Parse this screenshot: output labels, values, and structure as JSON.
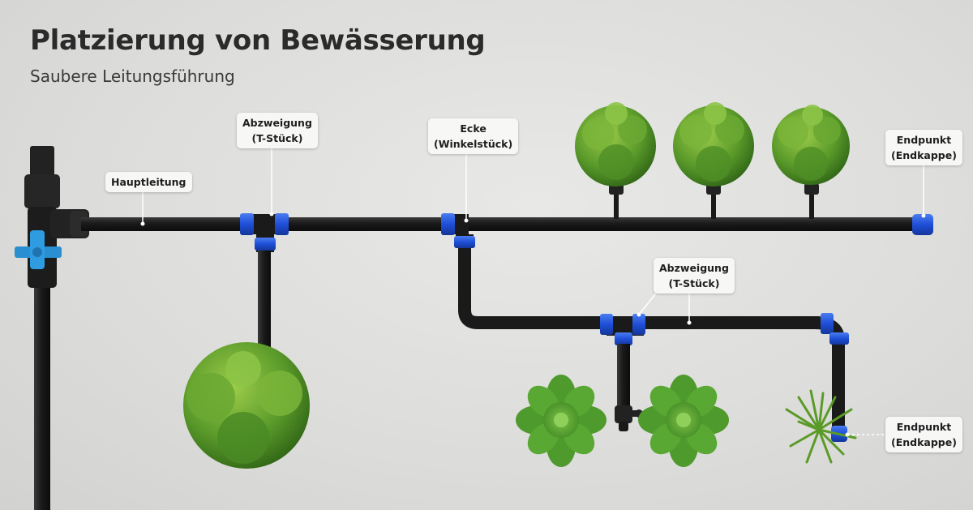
{
  "header": {
    "title": "Platzierung von Bewässerung",
    "subtitle": "Saubere Leitungsführung"
  },
  "labels": {
    "main_line": {
      "line1": "Hauptleitung"
    },
    "branch_top": {
      "line1": "Abzweigung",
      "line2": "(T-Stück)"
    },
    "corner": {
      "line1": "Ecke",
      "line2": "(Winkelstück)"
    },
    "endpoint_top": {
      "line1": "Endpunkt",
      "line2": "(Endkappe)"
    },
    "branch_lower": {
      "line1": "Abzweigung",
      "line2": "(T-Stück)"
    },
    "endpoint_lower": {
      "line1": "Endpunkt",
      "line2": "(Endkappe)"
    }
  },
  "colors": {
    "pipe": "#1a1a1a",
    "fitting": "#1f4fd8",
    "valve": "#2a8fd0",
    "plant_dark": "#3f7d1f",
    "plant_light": "#7fb83a"
  },
  "icons": {
    "valve": "ball-valve-icon",
    "plant": "plant-icon"
  }
}
